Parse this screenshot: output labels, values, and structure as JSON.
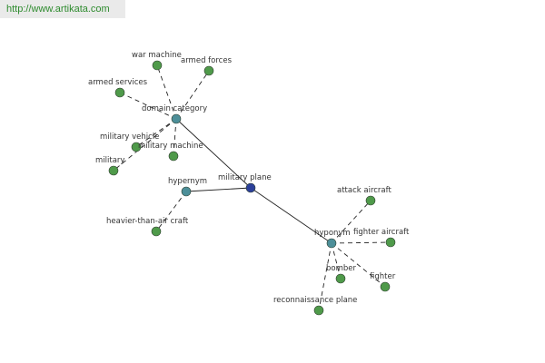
{
  "header": {
    "url": "http://www.artikata.com"
  },
  "colors": {
    "center_node": "#2b3f9a",
    "hub_node": "#4d8f99",
    "leaf_node": "#4f9a4a",
    "node_stroke": "#2f3f2f",
    "edge": "#222222",
    "url_text": "#2e8b2e",
    "url_background": "#eaeaea"
  },
  "graph": {
    "center": {
      "id": "military-plane",
      "label": "military plane",
      "kind": "center"
    },
    "hubs": [
      {
        "id": "domain-category",
        "label": "domain category",
        "kind": "hub"
      },
      {
        "id": "hypernym",
        "label": "hypernym",
        "kind": "hub"
      },
      {
        "id": "hyponym",
        "label": "hyponym",
        "kind": "hub"
      }
    ],
    "leaves": [
      {
        "id": "war-machine",
        "label": "war machine",
        "hub": "domain-category"
      },
      {
        "id": "armed-forces",
        "label": "armed forces",
        "hub": "domain-category"
      },
      {
        "id": "armed-services",
        "label": "armed services",
        "hub": "domain-category"
      },
      {
        "id": "military-vehicle",
        "label": "military vehicle",
        "hub": "domain-category"
      },
      {
        "id": "military-machine",
        "label": "military machine",
        "hub": "domain-category"
      },
      {
        "id": "military",
        "label": "military",
        "hub": "domain-category"
      },
      {
        "id": "heavier-than-air-craft",
        "label": "heavier-than-air craft",
        "hub": "hypernym"
      },
      {
        "id": "attack-aircraft",
        "label": "attack aircraft",
        "hub": "hyponym"
      },
      {
        "id": "fighter-aircraft",
        "label": "fighter aircraft",
        "hub": "hyponym"
      },
      {
        "id": "bomber",
        "label": "bomber",
        "hub": "hyponym"
      },
      {
        "id": "fighter",
        "label": "fighter",
        "hub": "hyponym"
      },
      {
        "id": "reconnaissance-plane",
        "label": "reconnaissance plane",
        "hub": "hyponym"
      }
    ]
  }
}
